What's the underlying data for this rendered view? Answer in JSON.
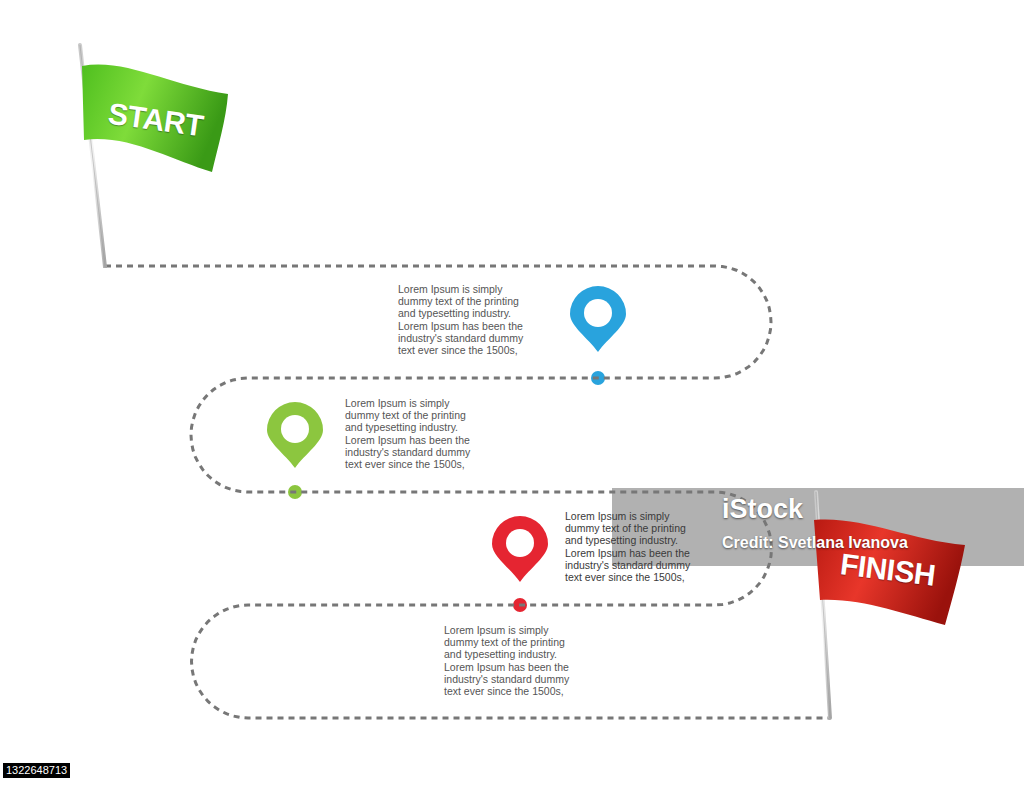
{
  "diagram": {
    "nodes": [
      {
        "text": [
          "START"
        ]
      },
      {
        "text": [
          "FINISH"
        ]
      }
    ],
    "edges": [
      {
        "from": 0,
        "to": 1,
        "arrow": "none"
      }
    ],
    "labels": [
      "Lorem Ipsum is simply dummy text of the printing and typesetting industry. Lorem Ipsum has been the industry's standard dummy text ever since the 1500s,",
      "Lorem Ipsum is simply dummy text of the printing and typesetting industry. Lorem Ipsum has been the industry's standard dummy text ever since the 1500s,",
      "Lorem Ipsum is simply dummy text of the printing and typesetting industry. Lorem Ipsum has been the industry's standard dummy text ever since the 1500s,",
      "Lorem Ipsum is simply dummy text of the printing and typesetting industry. Lorem Ipsum has been the industry's standard dummy text ever since the 1500s,",
      "iStock",
      "Credit: Svetlana Ivanova",
      "1322648713"
    ]
  }
}
